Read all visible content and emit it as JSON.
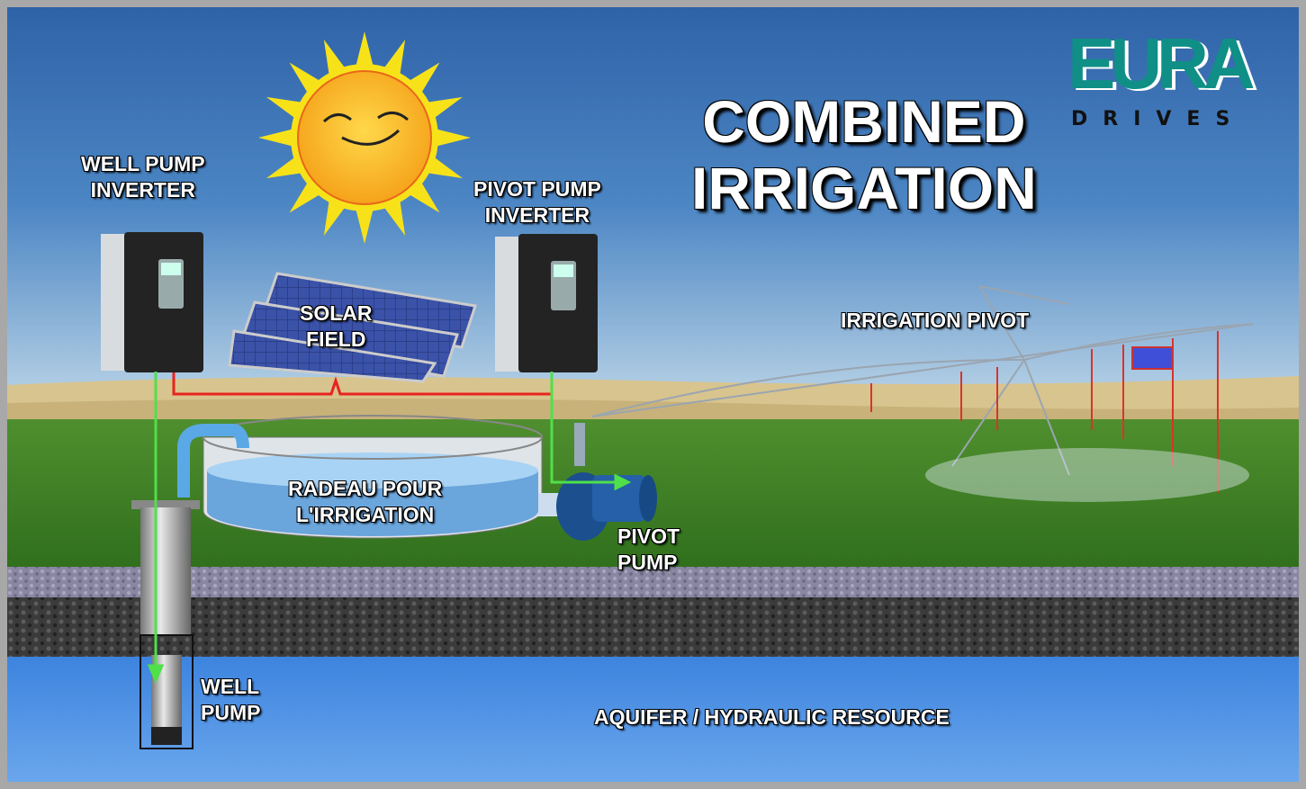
{
  "title": {
    "line1": "COMBINED",
    "line2": "IRRIGATION"
  },
  "logo": {
    "brand": "EURA",
    "sub": "DRIVES"
  },
  "labels": {
    "well_pump_inverter": [
      "WELL PUMP",
      "INVERTER"
    ],
    "pivot_pump_inverter": [
      "PIVOT PUMP",
      "INVERTER"
    ],
    "solar_field": [
      "SOLAR",
      "FIELD"
    ],
    "irrigation_pivot": "IRRIGATION PIVOT",
    "tank": [
      "RADEAU POUR",
      "L'IRRIGATION"
    ],
    "pivot_pump": [
      "PIVOT",
      "PUMP"
    ],
    "well_pump": [
      "WELL",
      "PUMP"
    ],
    "aquifer": "AQUIFER / HYDRAULIC RESOURCE"
  },
  "colors": {
    "power_wire": "#e8231f",
    "water_flow": "#4fe04a",
    "logo": "#0f8f86"
  }
}
